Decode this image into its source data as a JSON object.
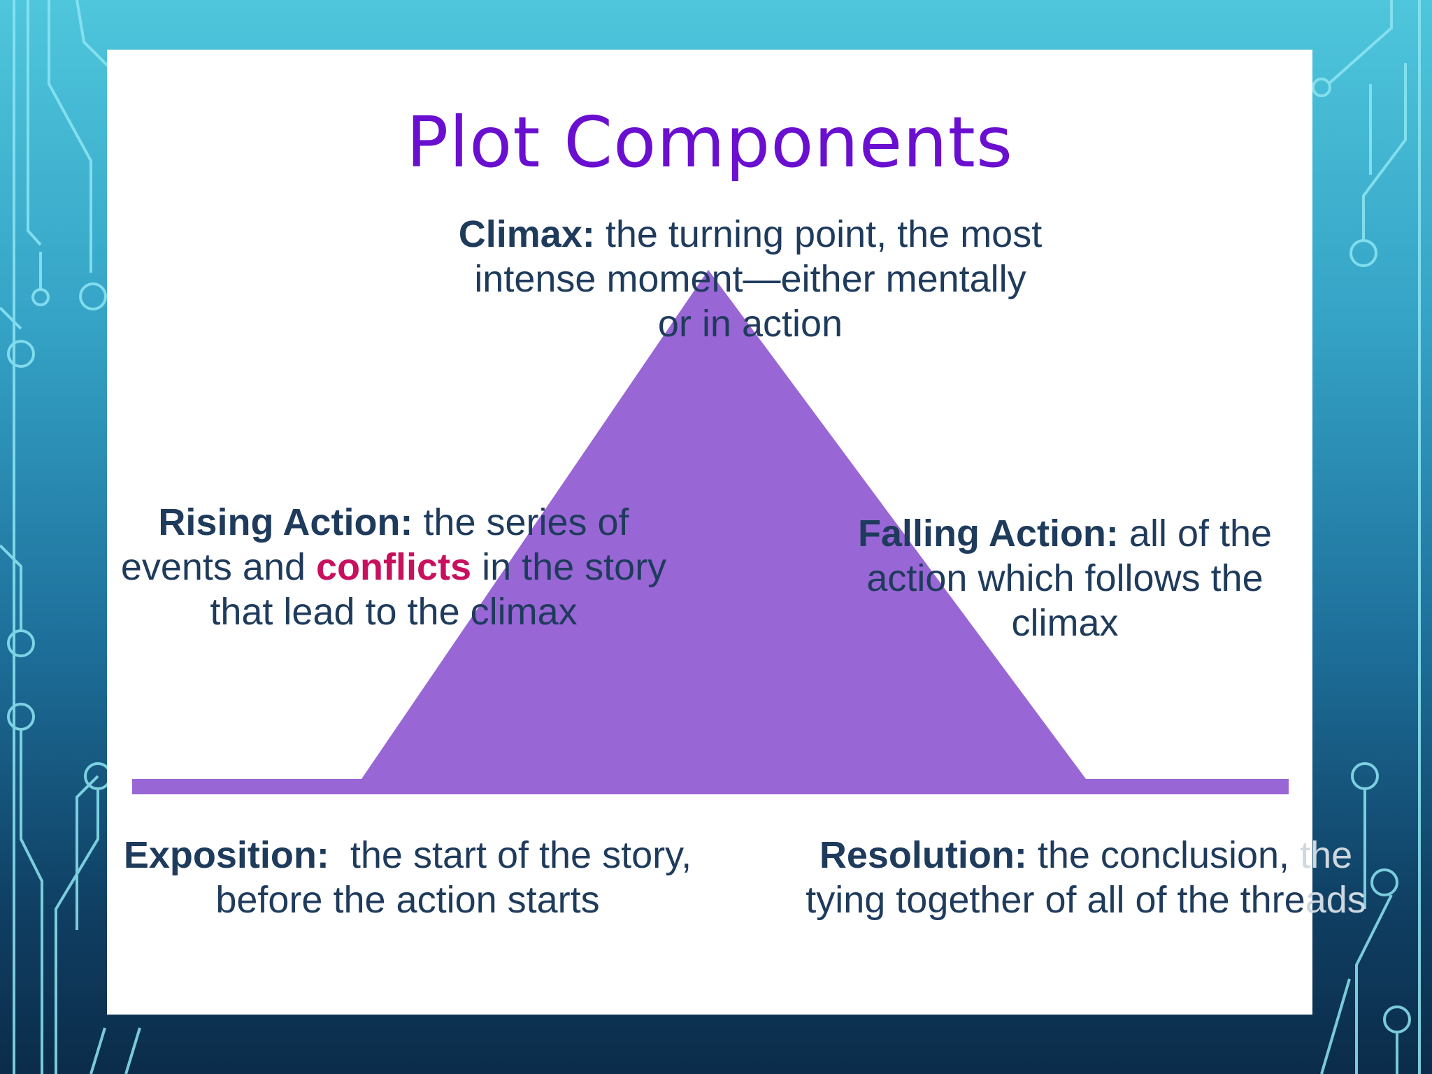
{
  "slide": {
    "title": "Plot Components",
    "colors": {
      "title": "#6a0fd0",
      "diagram_fill": "#9966d6",
      "body_text": "#1f3b5c",
      "highlight": "#c8105e",
      "background_top": "#4fc6dc",
      "background_bottom": "#0b2c4a"
    }
  },
  "diagram": {
    "climax": {
      "term": "Climax:",
      "definition_line1": " the turning point, the most",
      "definition_line2": "intense moment—either mentally",
      "definition_line3": "or in action"
    },
    "rising_action": {
      "term": "Rising Action:",
      "definition_line1": " the series of",
      "definition_line2_before": "events and ",
      "highlight": "conflicts",
      "definition_line2_after": " in the story",
      "definition_line3": "that lead to the climax"
    },
    "falling_action": {
      "term": "Falling Action:",
      "definition_line1": " all of the",
      "definition_line2": "action which follows the",
      "definition_line3": "climax"
    },
    "exposition": {
      "term": "Exposition:",
      "definition_line1": "  the start of the story,",
      "definition_line2": "before the action starts"
    },
    "resolution": {
      "term": "Resolution:",
      "definition_line1": " the conclusion, ",
      "definition_line1_faded": "the",
      "definition_line2": "tying together of all of the thre",
      "definition_line2_faded": "ads"
    }
  }
}
